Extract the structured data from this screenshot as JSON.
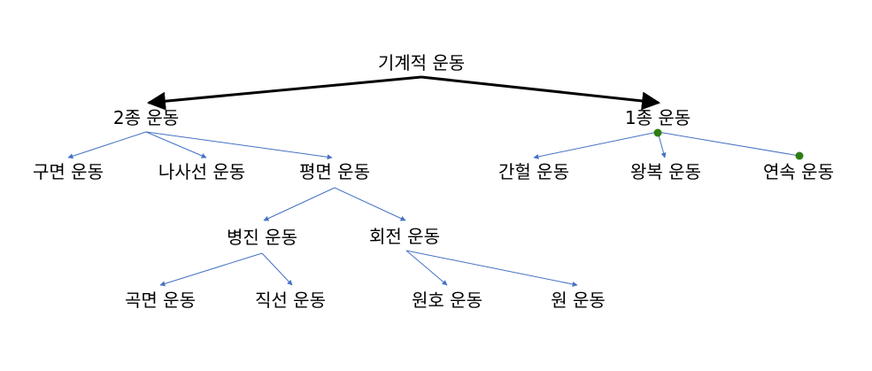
{
  "colors": {
    "primary_edge": "#000000",
    "secondary_edge": "#4472c4",
    "dot": "#2e7d12",
    "text": "#000000"
  },
  "nodes": {
    "root": "기계적 운동",
    "type2": "2종 운동",
    "type1": "1종 운동",
    "curved_surface": "구면 운동",
    "helical": "나사선 운동",
    "planar": "평면 운동",
    "intermittent": "간헐 운동",
    "reciprocating": "왕복 운동",
    "continuous": "연속 운동",
    "translation": "병진 운동",
    "rotation": "회전 운동",
    "curvilinear": "곡면 운동",
    "rectilinear": "직선 운동",
    "arc": "원호 운동",
    "circular": "원 운동"
  }
}
